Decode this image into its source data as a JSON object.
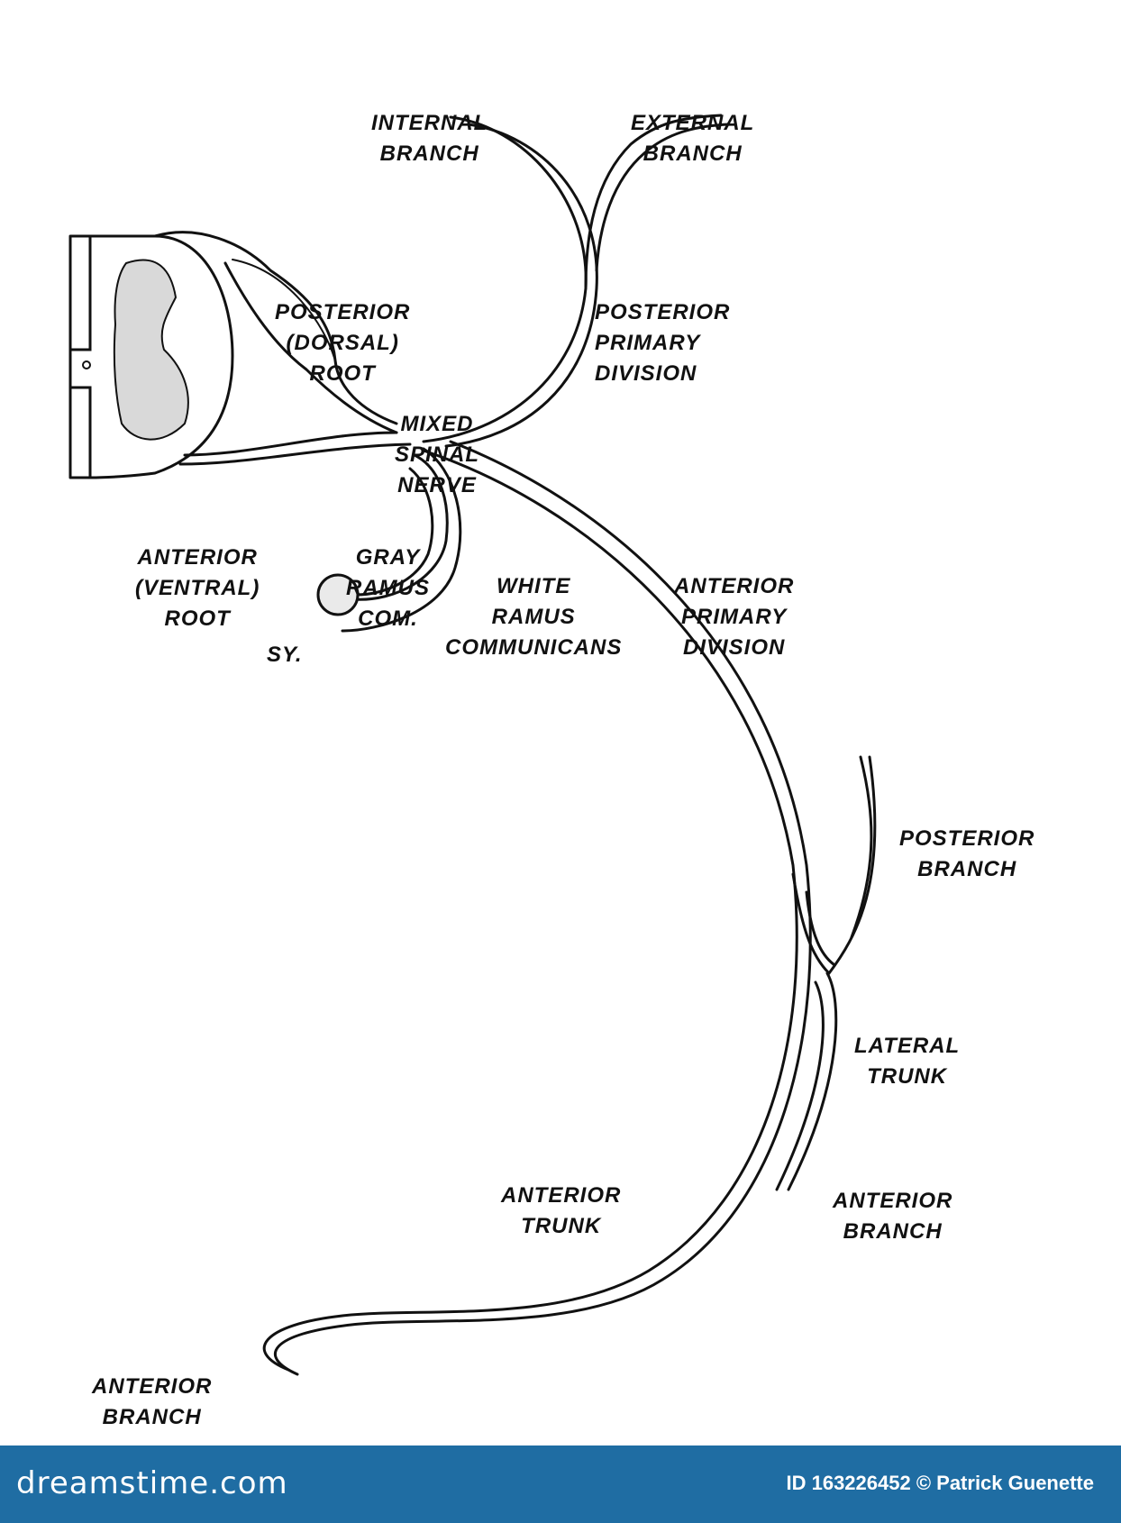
{
  "labels": {
    "internal_branch": [
      "INTERNAL",
      "BRANCH"
    ],
    "external_branch": [
      "EXTERNAL",
      "BRANCH"
    ],
    "posterior_root": [
      "POSTERIOR",
      "(DORSAL)",
      "ROOT"
    ],
    "posterior_primary_division": [
      "POSTERIOR",
      "PRIMARY",
      "DIVISION"
    ],
    "mixed_spinal_nerve": [
      "MIXED",
      "SPINAL",
      "NERVE"
    ],
    "anterior_root": [
      "ANTERIOR",
      "(VENTRAL)",
      "ROOT"
    ],
    "gray_ramus": [
      "GRAY",
      "RAMUS",
      "COM."
    ],
    "white_ramus": [
      "WHITE",
      "RAMUS",
      "COMMUNICANS"
    ],
    "anterior_primary_division": [
      "ANTERIOR",
      "PRIMARY",
      "DIVISION"
    ],
    "sympathetic": "SY.",
    "posterior_branch": [
      "POSTERIOR",
      "BRANCH"
    ],
    "lateral_trunk": [
      "LATERAL",
      "TRUNK"
    ],
    "anterior_trunk": [
      "ANTERIOR",
      "TRUNK"
    ],
    "anterior_branch_lateral": [
      "ANTERIOR",
      "BRANCH"
    ],
    "anterior_branch_terminal": [
      "ANTERIOR",
      "BRANCH"
    ]
  },
  "footer": {
    "brand": "dreamstime.com",
    "credit": "ID 163226452 © Patrick Guenette"
  }
}
